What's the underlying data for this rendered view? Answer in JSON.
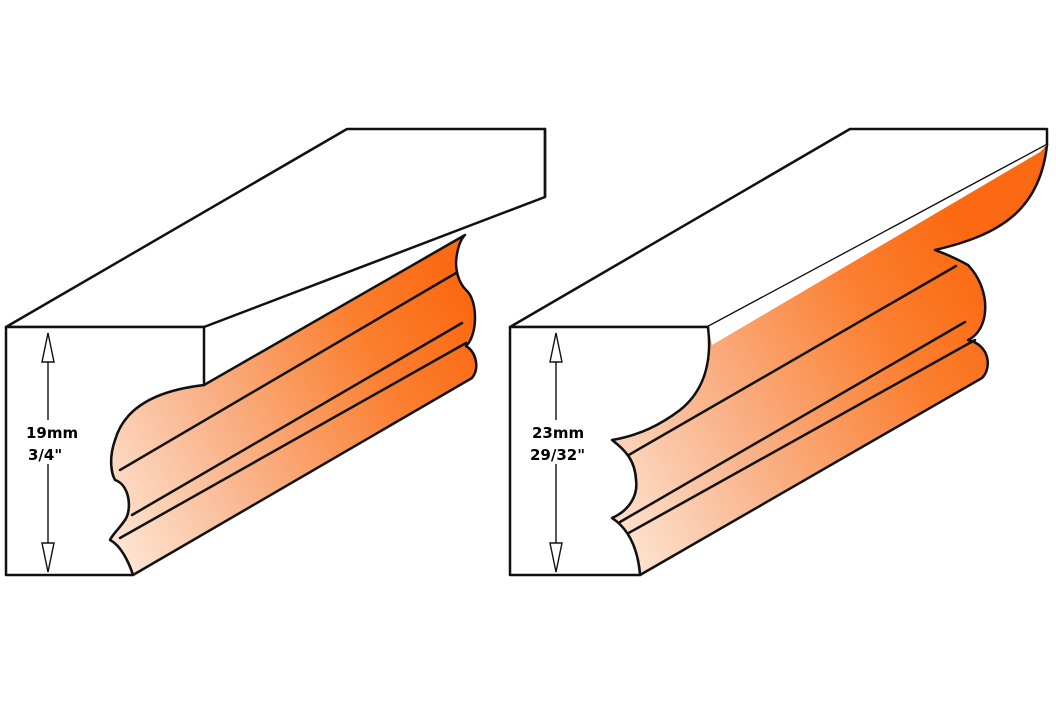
{
  "colors": {
    "profile_light": "#fde3d0",
    "profile_mid": "#f8a56f",
    "profile_dark": "#fb6a12",
    "outline": "#111111",
    "background": "#ffffff"
  },
  "profiles": [
    {
      "height_mm": "19mm",
      "height_in": "3/4\""
    },
    {
      "height_mm": "23mm",
      "height_in": "29/32\""
    }
  ]
}
